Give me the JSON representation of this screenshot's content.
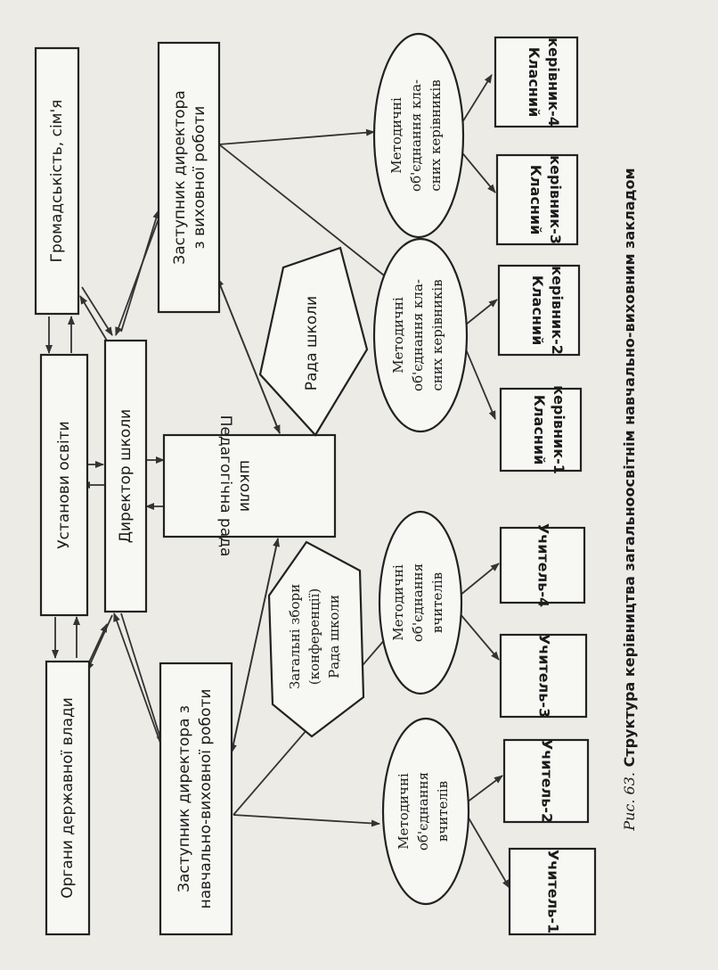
{
  "nodes": {
    "community": "Громадськість, сім'я",
    "edu_institutions": "Установи освіти",
    "state_authorities": "Органи державної влади",
    "director": "Директор школи",
    "deputy_upbringing": [
      "Заступник директора",
      "з виховної роботи"
    ],
    "deputy_academic": [
      "Заступник директора з",
      "навчально-виховної роботи"
    ],
    "pedagogical_council": [
      "Педагогічна рада",
      "школи"
    ],
    "school_council": "Рада школи",
    "general_meeting": [
      "Загальні збори",
      "(конференції)",
      "Рада школи"
    ],
    "method_teachers_1": [
      "Методичні",
      "об'єднання",
      "вчителів"
    ],
    "method_teachers_2": [
      "Методичні",
      "об'єднання",
      "вчителів"
    ],
    "method_class_1": [
      "Методичні",
      "об'єднання кла-",
      "сних керівників"
    ],
    "method_class_2": [
      "Методичні",
      "об'єднання кла-",
      "сних керівників"
    ],
    "teacher_1": "Учитель-1",
    "teacher_2": "Учитель-2",
    "teacher_3": "Учитель-3",
    "teacher_4": "Учитель-4",
    "class_head_1": [
      "Класний",
      "керівник-1"
    ],
    "class_head_2": [
      "Класний",
      "керівник-2"
    ],
    "class_head_3": [
      "Класний",
      "керівник-3"
    ],
    "class_head_4": [
      "Класний",
      "керівник-4"
    ]
  },
  "caption": {
    "prefix": "Рис. 63.",
    "text": " Структура керівництва загальноосвітнім навчально-виховним закладом"
  },
  "colors": {
    "ink": "#222222",
    "paper": "#ecebe6",
    "box": "#f7f7f4"
  }
}
